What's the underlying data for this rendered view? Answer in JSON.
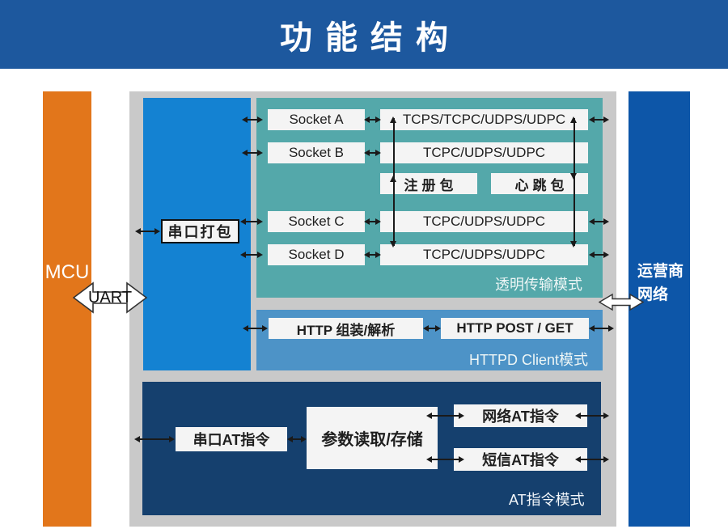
{
  "title": "功能结构",
  "mcu_bar": {
    "label": "MCU"
  },
  "carrier_bar": {
    "line1": "运营商",
    "line2": "网络"
  },
  "uart_label": "UART",
  "serial_panel": {
    "packing_label": "串口打包"
  },
  "transparent_mode": {
    "mode_label": "透明传输模式",
    "sockets": [
      "Socket A",
      "Socket B",
      "Socket C",
      "Socket D"
    ],
    "protocols": [
      "TCPS/TCPC/UDPS/UDPC",
      "TCPC/UDPS/UDPC",
      "TCPC/UDPS/UDPC",
      "TCPC/UDPS/UDPC"
    ],
    "registration_packet": "注册包",
    "heartbeat_packet": "心跳包"
  },
  "httpd_mode": {
    "mode_label": "HTTPD Client模式",
    "assembly": "HTTP 组装/解析",
    "post_get": "HTTP POST / GET"
  },
  "at_mode": {
    "mode_label": "AT指令模式",
    "serial_at": "串口AT指令",
    "param_storage": "参数读取/存储",
    "network_at": "网络AT指令",
    "sms_at": "短信AT指令"
  },
  "colors": {
    "banner_blue": "#1d589e",
    "orange": "#e2761b",
    "bright_blue": "#1482d2",
    "teal": "#54a8aa",
    "httpd_blue": "#4d93c7",
    "navy": "#15406e",
    "carrier_blue": "#0d56a8",
    "container_gray": "#c9c9c9",
    "box_white": "#f4f4f4",
    "line": "#1a1a1a"
  }
}
